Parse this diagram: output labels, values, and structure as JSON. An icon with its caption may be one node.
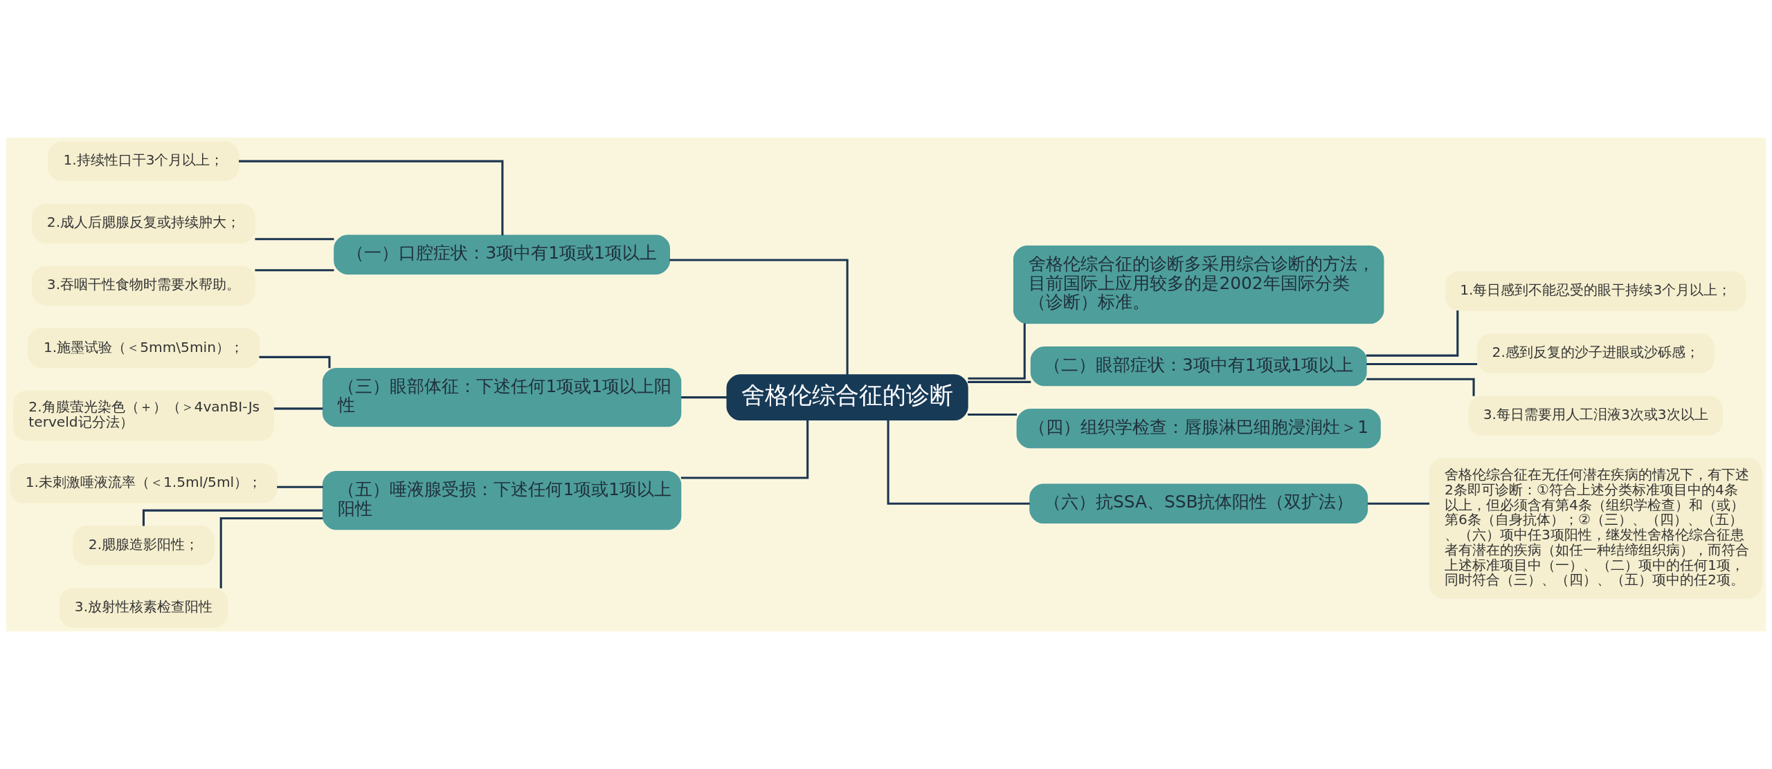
{
  "diagram": {
    "nodes": [
      {
        "text": [
          "舍格伦综合征的诊断"
        ]
      },
      {
        "text": [
          "（一）口腔症状：3项中有1项或1项以上"
        ]
      },
      {
        "text": [
          "1.持续性口干3个月以上；"
        ]
      },
      {
        "text": [
          "2.成人后腮腺反复或持续肿大；"
        ]
      },
      {
        "text": [
          "3.吞咽干性食物时需要水帮助。"
        ]
      },
      {
        "text": [
          "（三）眼部体征：下述任何1项或1项以上阳性"
        ]
      },
      {
        "text": [
          "1.施墨试验（＜5mm\\5min）；"
        ]
      },
      {
        "text": [
          "2.角膜萤光染色（＋）（＞4vanBI-Jsterveld记分法）"
        ]
      },
      {
        "text": [
          "（五）唾液腺受损：下述任何1项或1项以上阳性"
        ]
      },
      {
        "text": [
          "1.未刺激唾液流率（＜1.5ml/5ml）；"
        ]
      },
      {
        "text": [
          "2.腮腺造影阳性；"
        ]
      },
      {
        "text": [
          "3.放射性核素检查阳性"
        ]
      },
      {
        "text": [
          "舍格伦综合征的诊断多采用综合诊断的方法，目前国际上应用较多的是2002年国际分类（诊断）标准。"
        ]
      },
      {
        "text": [
          "（二）眼部症状：3项中有1项或1项以上"
        ]
      },
      {
        "text": [
          "1.每日感到不能忍受的眼干持续3个月以上；"
        ]
      },
      {
        "text": [
          "2.感到反复的沙子进眼或沙砾感；"
        ]
      },
      {
        "text": [
          "3.每日需要用人工泪液3次或3次以上"
        ]
      },
      {
        "text": [
          "（四）组织学检查：唇腺淋巴细胞浸润灶＞1"
        ]
      },
      {
        "text": [
          "（六）抗SSA、SSB抗体阳性（双扩法）"
        ]
      },
      {
        "text": [
          "舍格伦综合征在无任何潜在疾病的情况下，有下述2条即可诊断：①符合上述分类标准项目中的4条以上，但必须含有第4条（组织学检查）和（或）第6条（自身抗体）；②（三）、（四）、（五）、（六）项中任3项阳性，继发性舍格伦综合征患者有潜在的疾病（如任一种结缔组织病），而符合上述标准项目中（一）、（二）项中的任何1项，同时符合（三）、（四）、（五）项中的任2项。"
        ]
      }
    ],
    "edges": [
      {
        "from": 2,
        "to": 1,
        "arrow": "none"
      },
      {
        "from": 3,
        "to": 1,
        "arrow": "none"
      },
      {
        "from": 4,
        "to": 1,
        "arrow": "none"
      },
      {
        "from": 1,
        "to": 0,
        "arrow": "none"
      },
      {
        "from": 6,
        "to": 5,
        "arrow": "none"
      },
      {
        "from": 7,
        "to": 5,
        "arrow": "none"
      },
      {
        "from": 5,
        "to": 0,
        "arrow": "none"
      },
      {
        "from": 9,
        "to": 8,
        "arrow": "none"
      },
      {
        "from": 10,
        "to": 8,
        "arrow": "none"
      },
      {
        "from": 11,
        "to": 8,
        "arrow": "none"
      },
      {
        "from": 8,
        "to": 0,
        "arrow": "none"
      },
      {
        "from": 0,
        "to": 12,
        "arrow": "none"
      },
      {
        "from": 0,
        "to": 13,
        "arrow": "none"
      },
      {
        "from": 13,
        "to": 14,
        "arrow": "none"
      },
      {
        "from": 13,
        "to": 15,
        "arrow": "none"
      },
      {
        "from": 13,
        "to": 16,
        "arrow": "none"
      },
      {
        "from": 0,
        "to": 17,
        "arrow": "none"
      },
      {
        "from": 0,
        "to": 18,
        "arrow": "none"
      },
      {
        "from": 18,
        "to": 19,
        "arrow": "none"
      }
    ]
  }
}
